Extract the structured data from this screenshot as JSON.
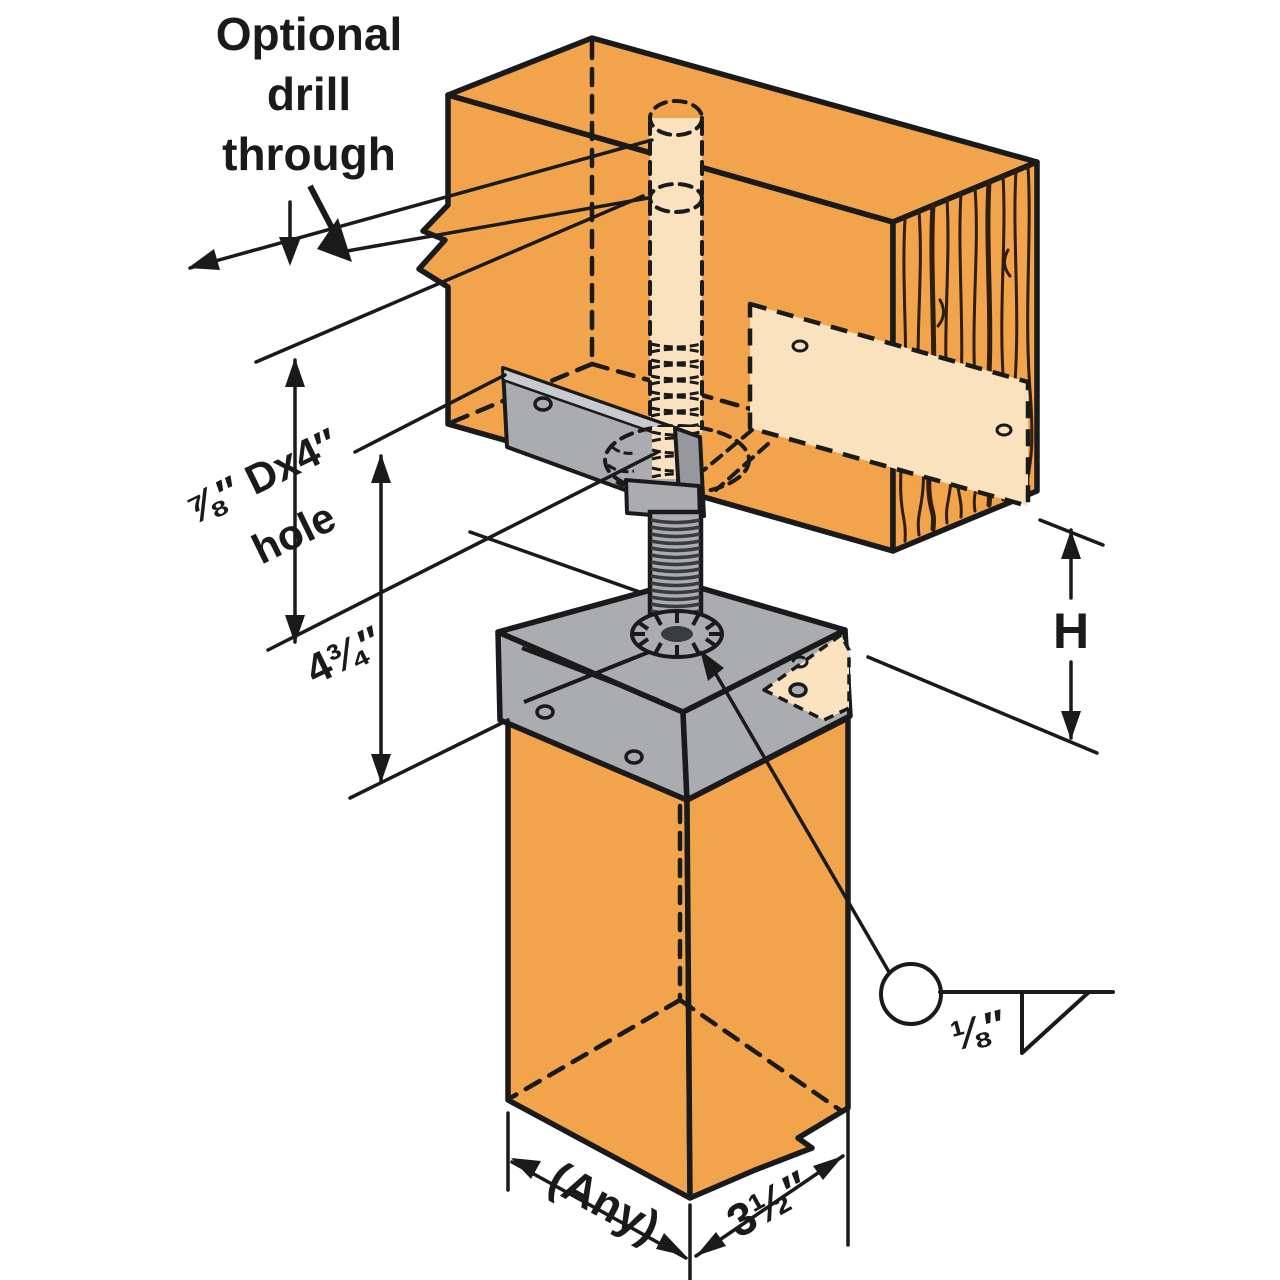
{
  "title": "Adjustable standoff post base installation diagram",
  "colors": {
    "background": "#FFFFFF",
    "wood": "#F2A44C",
    "wood_light": "#F9E2BD",
    "metal": "#ABACB0",
    "metal_dark": "#97989D",
    "metal_light": "#C9CACD",
    "outline": "#1A1A1A",
    "grain": "#2F1E0C"
  },
  "labels": {
    "optional_note": [
      "Optional",
      "drill",
      "through"
    ],
    "hole_dim_line1": "⅞″ Dx4″",
    "hole_dim_line2": "hole",
    "standoff_dim": "4¾″",
    "height_dim": "H",
    "weld_size": "⅛″",
    "post_depth_dim": "(Any)",
    "post_width_dim": "3½″"
  }
}
